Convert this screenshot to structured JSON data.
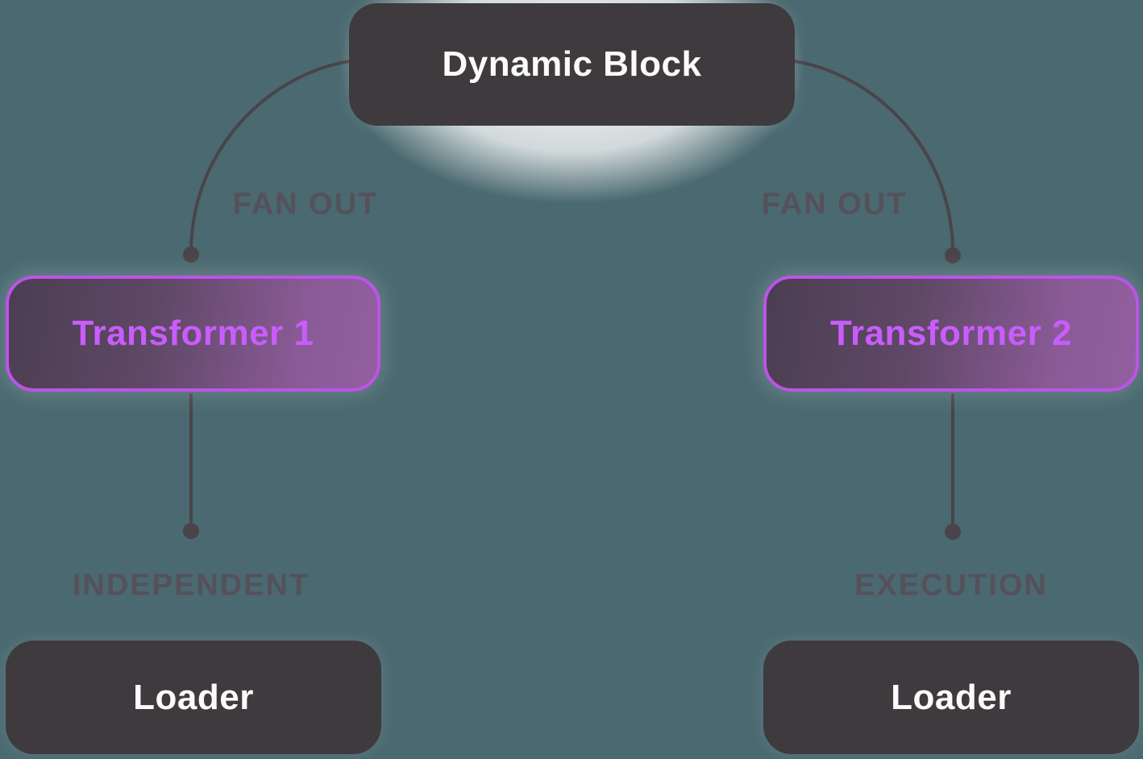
{
  "diagram": {
    "nodes": {
      "dynamic_block": {
        "label": "Dynamic Block",
        "style": "dark"
      },
      "transformer_1": {
        "label": "Transformer 1",
        "style": "purple-gradient"
      },
      "transformer_2": {
        "label": "Transformer 2",
        "style": "purple-gradient"
      },
      "loader_left": {
        "label": "Loader",
        "style": "dark"
      },
      "loader_right": {
        "label": "Loader",
        "style": "dark"
      }
    },
    "edges": {
      "fan_out_left": {
        "from": "dynamic_block",
        "to": "transformer_1",
        "label": "FAN OUT"
      },
      "fan_out_right": {
        "from": "dynamic_block",
        "to": "transformer_2",
        "label": "FAN OUT"
      },
      "independent": {
        "from": "transformer_1",
        "to": "loader_left",
        "label": "INDEPENDENT"
      },
      "execution": {
        "from": "transformer_2",
        "to": "loader_right",
        "label": "EXECUTION"
      }
    },
    "colors": {
      "background": "#4a6970",
      "node_dark_fill": "#3e3a3e",
      "node_dark_text": "#fafafa",
      "transformer_border": "#bd53ea",
      "transformer_text": "#c95dfb",
      "transformer_gradient": [
        "#4b3e51",
        "#5f4866",
        "#8a5a96",
        "#935fa0"
      ],
      "connector_line": "#4a444a",
      "edge_label_text": "#55515a",
      "top_node_glow": "#ffffff"
    }
  }
}
